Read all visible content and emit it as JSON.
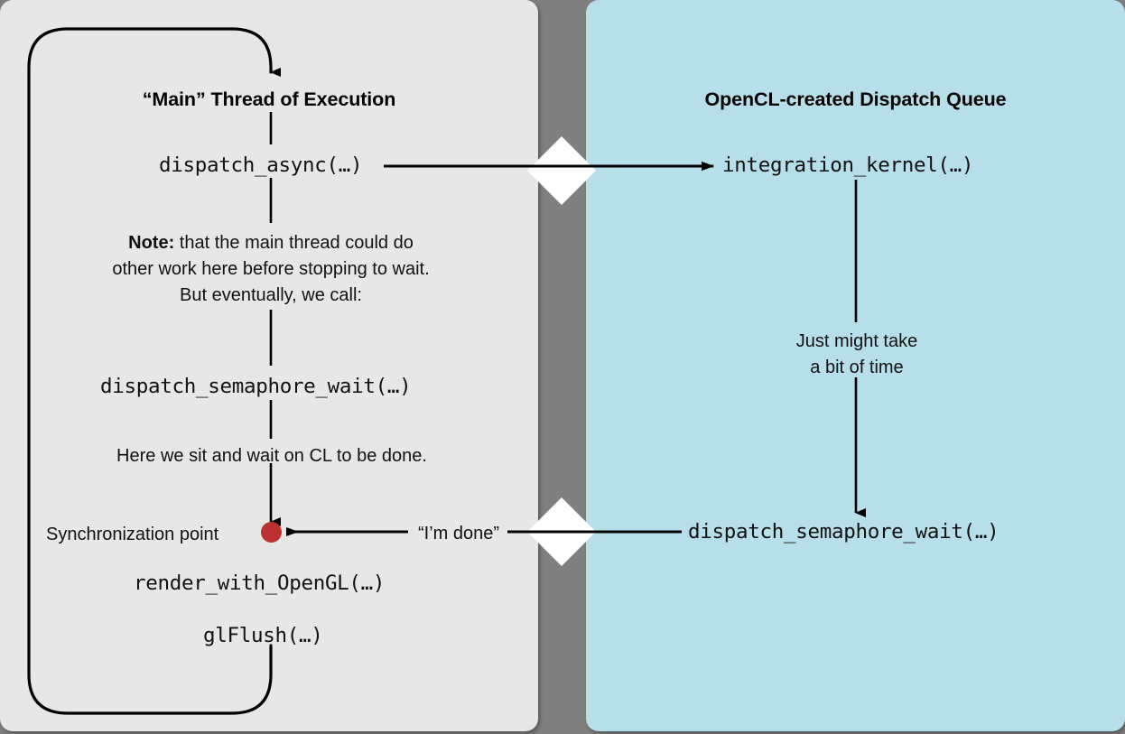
{
  "diagram": {
    "title_semantic": "opencl-gcd-synchronization-flow",
    "background_color": "#7f7f7f"
  },
  "panels": {
    "main": {
      "title": "“Main” Thread of Execution",
      "background_color": "#e6e7e6",
      "steps": {
        "dispatch_async": "dispatch_async(…)",
        "semaphore_wait": "dispatch_semaphore_wait(…)",
        "render": "render_with_OpenGL(…)",
        "flush": "glFlush(…)"
      },
      "notes": {
        "note_prefix": "Note:",
        "note_line1_rest": " that the main thread could do",
        "note_line2": "other work here before stopping to wait.",
        "note_line3": "But eventually, we call:",
        "wait_note": "Here we sit and wait on CL to be done.",
        "sync_point_label": "Synchronization point"
      }
    },
    "queue": {
      "title": "OpenCL-created Dispatch Queue",
      "background_color": "#b7dfe9",
      "steps": {
        "integration_kernel": "integration_kernel(…)",
        "semaphore_signal": "dispatch_semaphore_wait(…)"
      },
      "notes": {
        "duration_line1": "Just might take",
        "duration_line2": "a bit of time"
      }
    }
  },
  "connectors": {
    "dispatch_label": "",
    "done_label": "“I’m done”",
    "sync_dot_color": "#bc3130",
    "diamond_color": "#ffffff",
    "line_color": "#000000"
  }
}
